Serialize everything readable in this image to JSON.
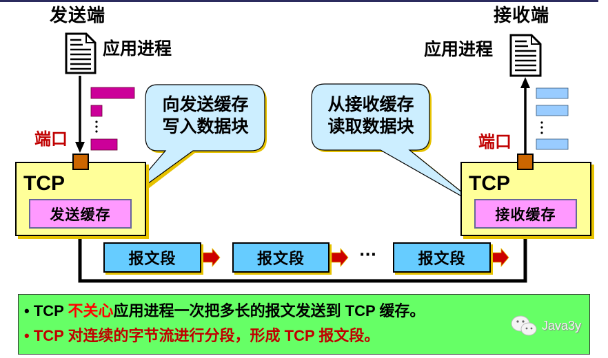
{
  "sender": {
    "title": "发送端",
    "process_label": "应用进程",
    "port_label": "端口",
    "tcp_label": "TCP",
    "buffer_label": "发送缓存",
    "callout_line1": "向发送缓存",
    "callout_line2": "写入数据块",
    "data_blocks_color": "#cc0099",
    "dots": "⋮"
  },
  "receiver": {
    "title": "接收端",
    "process_label": "应用进程",
    "port_label": "端口",
    "tcp_label": "TCP",
    "buffer_label": "接收缓存",
    "callout_line1": "从接收缓存",
    "callout_line2": "读取数据块",
    "data_blocks_color": "#99ccff",
    "dots": "⋮"
  },
  "segments": {
    "items": [
      {
        "label": "报文段"
      },
      {
        "label": "报文段"
      },
      {
        "label": "报文段"
      }
    ],
    "ellipsis": "···"
  },
  "notes": {
    "line1": {
      "bullet": "•",
      "part1": "TCP ",
      "part2_highlight": "不关心",
      "part3": "应用进程一次把多长的报文发送到 TCP 缓存。"
    },
    "line2": {
      "bullet": "•",
      "text": "TCP 对连续的字节流进行分段，形成 TCP 报文段。"
    }
  },
  "watermark": {
    "icon": "wechat-icon",
    "text": "Java3y"
  },
  "colors": {
    "tcp_box": "#ffff99",
    "buffer": "#ff99ff",
    "port": "#cc6600",
    "segment": "#66ccff",
    "segment_arrow": "#cc0000",
    "callout": "#cceeff",
    "note_bg": "#66ff66",
    "highlight_red": "#ff0000",
    "note_darkred": "#c00000"
  }
}
